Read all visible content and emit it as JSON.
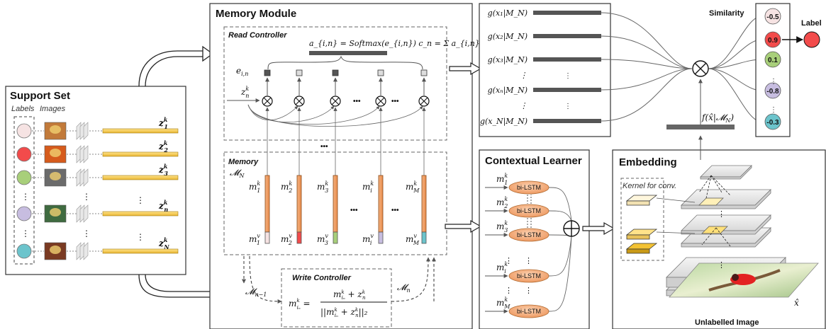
{
  "support_set": {
    "title": "Support Set",
    "labels_header": "Labels",
    "images_header": "Images",
    "items": [
      {
        "color": "#f6e3e3",
        "z": "z",
        "sub": "1"
      },
      {
        "color": "#f24b4b",
        "z": "z",
        "sub": "2"
      },
      {
        "color": "#a8cf7a",
        "z": "z",
        "sub": "3"
      },
      {
        "color": "#c7bde0",
        "z": "z",
        "sub": "n"
      },
      {
        "color": "#6cc4cc",
        "z": "z",
        "sub": "N"
      }
    ],
    "z_sup": "k"
  },
  "memory_module": {
    "title": "Memory Module",
    "read_controller": "Read Controller",
    "read_formula": "a_{i,n} = Softmax(e_{i,n})   c_n = Σ a_{i,n} m_i^k",
    "e_label": "e",
    "e_sub": "i,n",
    "z_label": "z",
    "z_sup": "k",
    "z_sub": "n",
    "memory_label": "Memory",
    "memory_symbol": "M",
    "memory_sub": "N",
    "slots": [
      {
        "k": "m",
        "ksub": "1",
        "v": "m",
        "vsub": "1",
        "vcolor": "#f6e3e3"
      },
      {
        "k": "m",
        "ksub": "2",
        "v": "m",
        "vsub": "2",
        "vcolor": "#f24b4b"
      },
      {
        "k": "m",
        "ksub": "3",
        "v": "m",
        "vsub": "3",
        "vcolor": "#a8cf7a"
      },
      {
        "k": "m",
        "ksub": "i",
        "v": "m",
        "vsub": "i",
        "vcolor": "#c7bde0"
      },
      {
        "k": "m",
        "ksub": "M",
        "v": "m",
        "vsub": "M",
        "vcolor": "#6cc4cc"
      }
    ],
    "write_controller": "Write Controller",
    "write_formula_lhs": "m",
    "write_formula_num": "m + z",
    "write_formula_den": "||m + z||₂",
    "m_prev": "M",
    "m_prev_sub": "n−1",
    "m_next": "M",
    "m_next_sub": "n",
    "ellipsis": "•••"
  },
  "output_rows": [
    {
      "label": "g(x₁|M_N)"
    },
    {
      "label": "g(x₂|M_N)"
    },
    {
      "label": "g(x₃|M_N)"
    },
    {
      "label": "⋮"
    },
    {
      "label": "g(xₙ|M_N)"
    },
    {
      "label": "⋮"
    },
    {
      "label": "g(x_N|M_N)"
    }
  ],
  "similarity": {
    "title": "Similarity",
    "label_title": "Label",
    "values": [
      {
        "v": "-0.5",
        "color": "#f6e3e3"
      },
      {
        "v": "0.9",
        "color": "#f24b4b"
      },
      {
        "v": "0.1",
        "color": "#a8cf7a"
      },
      {
        "v": "-0.8",
        "color": "#c7bde0"
      },
      {
        "v": "-0.3",
        "color": "#6cc4cc"
      }
    ],
    "label_color": "#f24b4b"
  },
  "f_label": "f(x̂|M_N)",
  "contextual_learner": {
    "title": "Contextual Learner",
    "node_label": "bi-LSTM",
    "inputs": [
      {
        "m": "m",
        "sub": "1"
      },
      {
        "m": "m",
        "sub": "2"
      },
      {
        "m": "m",
        "sub": "3"
      },
      {
        "m": "m",
        "sub": "i"
      },
      {
        "m": "m",
        "sub": "M"
      }
    ],
    "input_sup": "k"
  },
  "embedding": {
    "title": "Embedding",
    "kernel_label": "Kernel for conv.",
    "image_caption": "Unlabelled Image",
    "xhat": "x̂"
  }
}
